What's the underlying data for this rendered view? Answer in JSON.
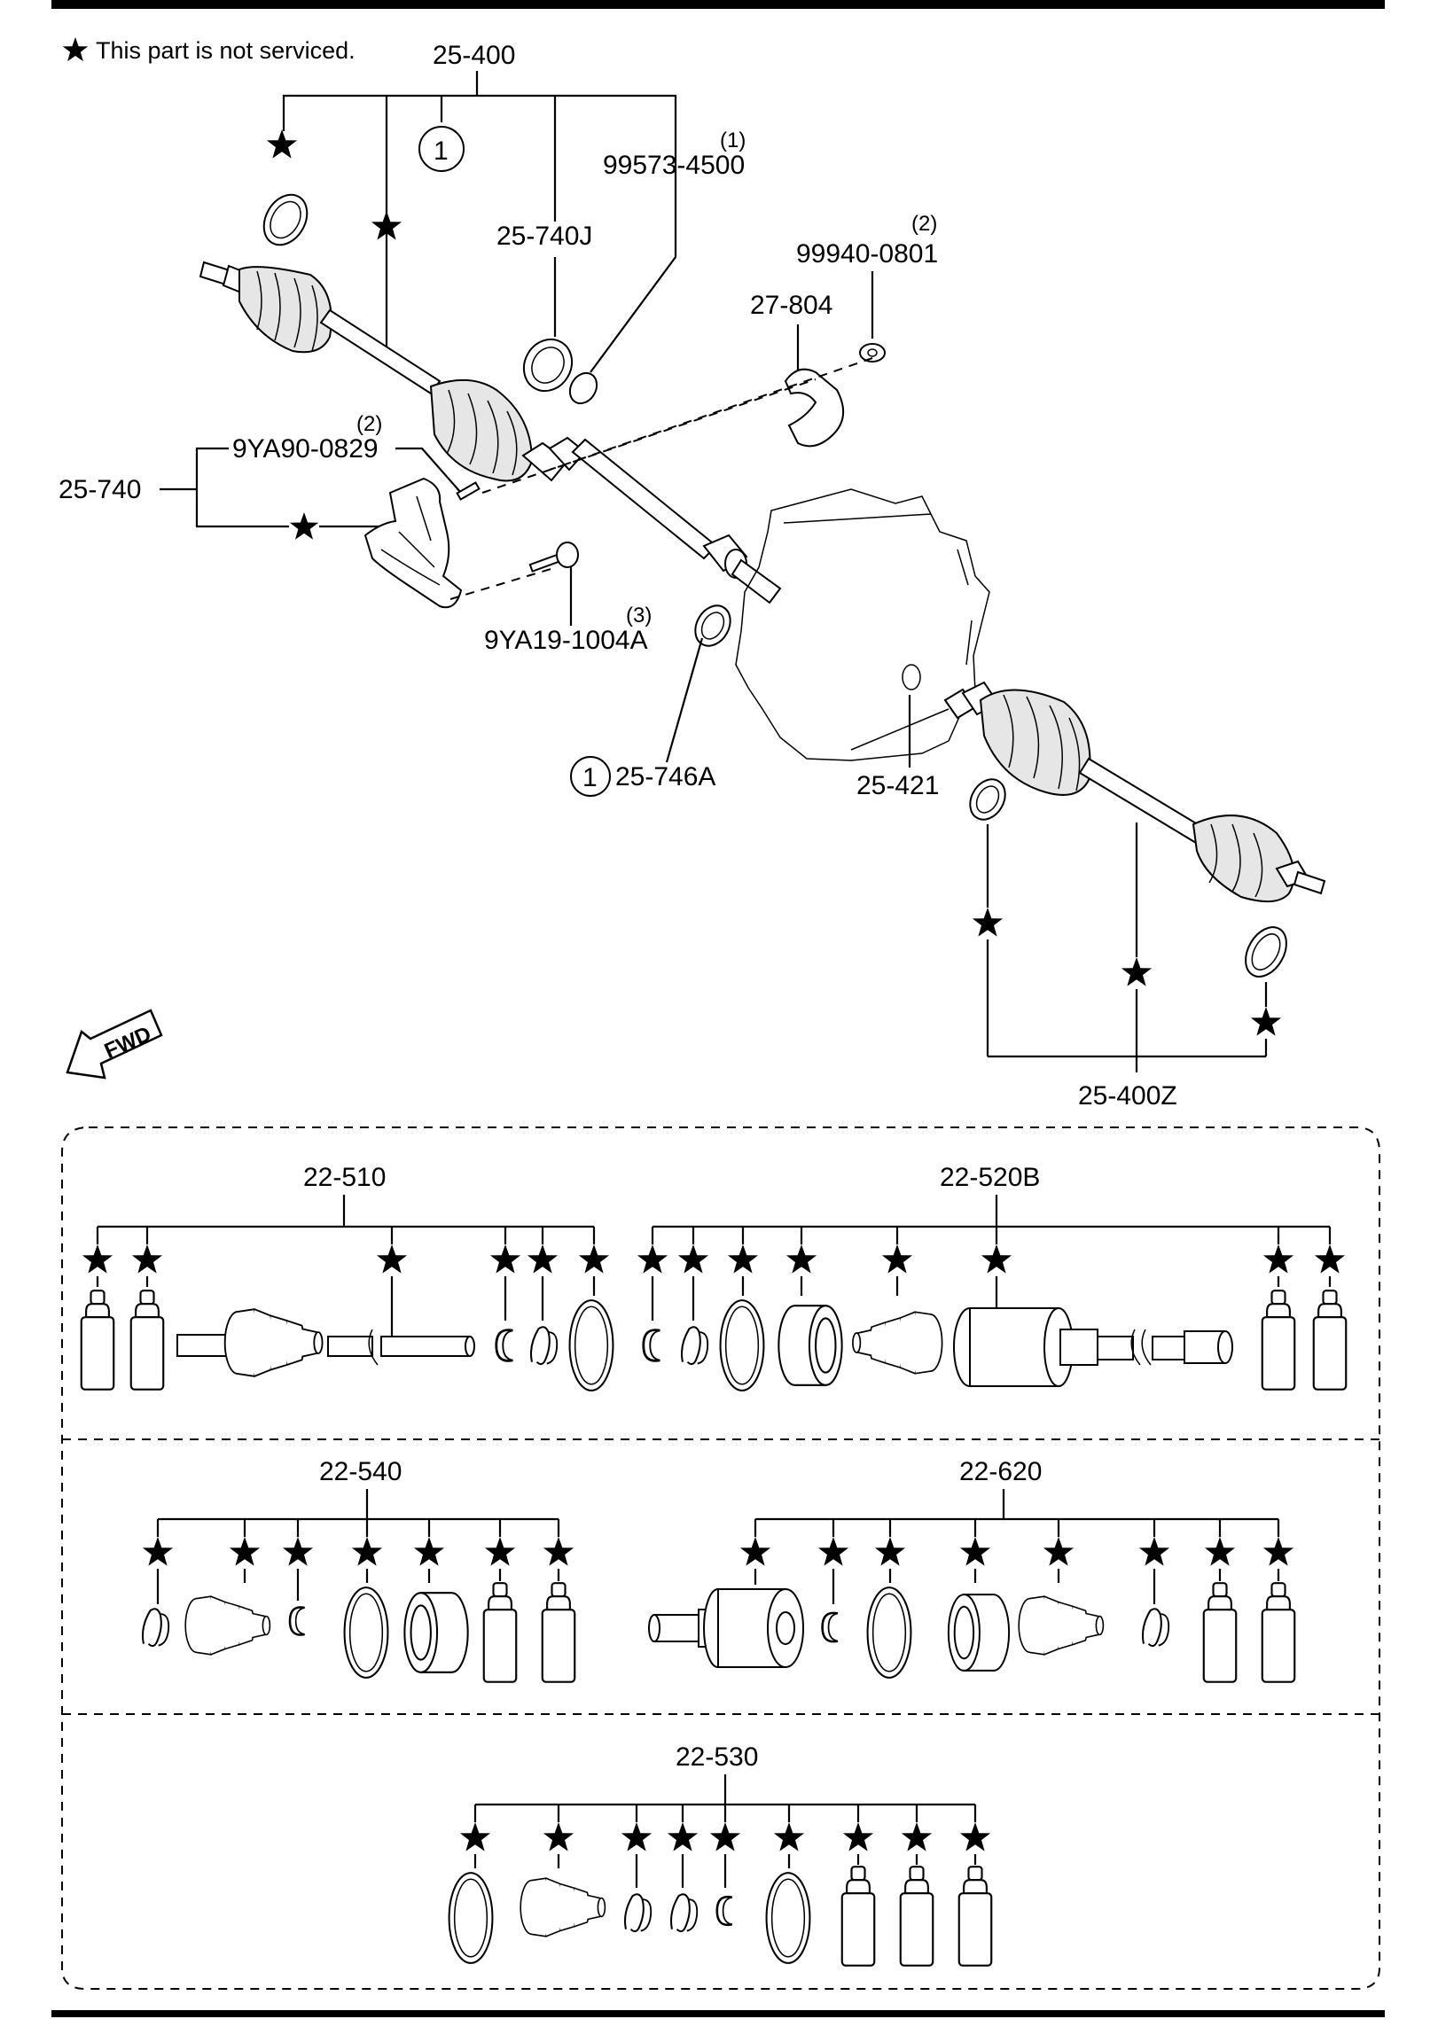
{
  "legend": {
    "symbol": "★",
    "text": "This part is not serviced."
  },
  "fwd_label": "FWD",
  "callouts": {
    "c_25_400": "25-400",
    "c_99573_4500": "99573-4500",
    "c_99573_qty": "(1)",
    "c_25_740j": "25-740J",
    "c_99940_0801": "99940-0801",
    "c_99940_qty": "(2)",
    "c_27_804": "27-804",
    "c_9ya90_0829": "9YA90-0829",
    "c_9ya90_qty": "(2)",
    "c_25_740": "25-740",
    "c_9ya19_1004a": "9YA19-1004A",
    "c_9ya19_qty": "(3)",
    "c_25_746a": "25-746A",
    "c_25_746a_ref": "1",
    "c_25_400_ref": "1",
    "c_25_421": "25-421",
    "c_25_400z": "25-400Z"
  },
  "kits": {
    "k_22_510": "22-510",
    "k_22_520b": "22-520B",
    "k_22_540": "22-540",
    "k_22_620": "22-620",
    "k_22_530": "22-530"
  }
}
